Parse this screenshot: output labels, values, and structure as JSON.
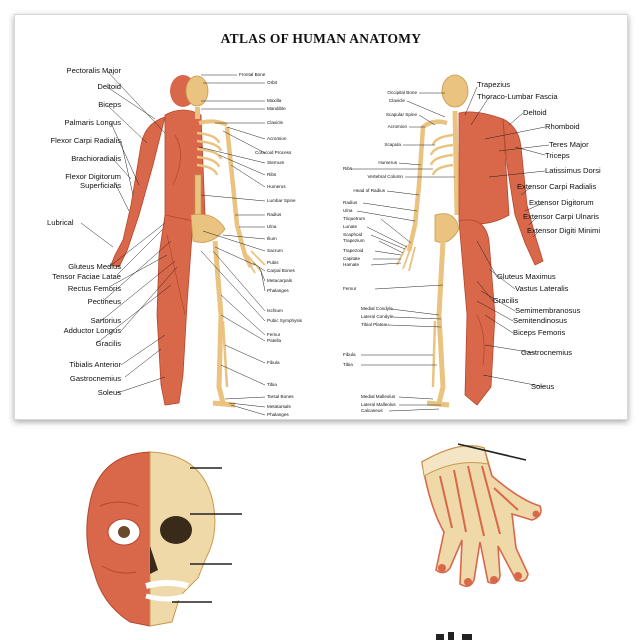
{
  "poster": {
    "title": "ATLAS OF HUMAN ANATOMY",
    "front_muscles": [
      "Pectoralis Major",
      "Deltoid",
      "Biceps",
      "Palmaris Longus",
      "Flexor Carpi Radialis",
      "Brachioradialis",
      "Flexor Digitorum",
      "Superficialis",
      "Lubrical",
      "Gluteus Medius",
      "Tensor Faciae Latae",
      "Rectus Femoris",
      "Pectineus",
      "Sartorius",
      "Adductor Longus",
      "Gracilis",
      "Tibialis Anterior",
      "Gastrocnemius",
      "Soleus"
    ],
    "front_bones": [
      "Frontal Bone",
      "Orbit",
      "Maxilla",
      "Mandible",
      "Clavicle",
      "Acromion",
      "Coracoid Process",
      "Sternum",
      "Ribs",
      "Humerus",
      "Lumbar Spine",
      "Radius",
      "Ulna",
      "Ilium",
      "Sacrum",
      "Pubis",
      "Carpal Bones",
      "Metacarpals",
      "Phalanges",
      "Ischium",
      "Pubic Symphysis",
      "Femur",
      "Patella",
      "Fibula",
      "Tibia",
      "Tarsal Bones",
      "Metatarsals",
      "Phalanges"
    ],
    "back_bones": [
      "Occipital Bone",
      "Clavicle",
      "Scapular Spine",
      "Acromion",
      "Scapula",
      "Humerus",
      "Ribs",
      "Vertebral Column",
      "Head of Radius",
      "Radius",
      "Ulna",
      "Triquetrum",
      "Lunate",
      "Scaphoid",
      "Trapezium",
      "Trapezoid",
      "Capitate",
      "Hamate",
      "Femur",
      "Medial Condyle",
      "Lateral Condyle",
      "Tibial Plateau",
      "Fibula",
      "Tibia",
      "Medial Malleolus",
      "Lateral Malleolus",
      "Calcaneus"
    ],
    "back_muscles": [
      "Trapezius",
      "Thoraco-Lumbar Fascia",
      "Deltoid",
      "Rhomboid",
      "Teres Major",
      "Triceps",
      "Latissimus Dorsi",
      "Extensor Carpi Radialis",
      "Extensor Digitorum",
      "Extensor Carpi Ulnaris",
      "Extensor Digiti Minimi",
      "Gluteus Maximus",
      "Vastus Lateralis",
      "Gracilis",
      "Semimembranosus",
      "Semitendinosus",
      "Biceps Femoris",
      "Gastrocnemius",
      "Soleus"
    ]
  },
  "colors": {
    "muscle": "#d9684a",
    "muscle_dark": "#b8462d",
    "bone": "#e9c37f",
    "bone_dark": "#c99a4c",
    "line": "#222222"
  }
}
